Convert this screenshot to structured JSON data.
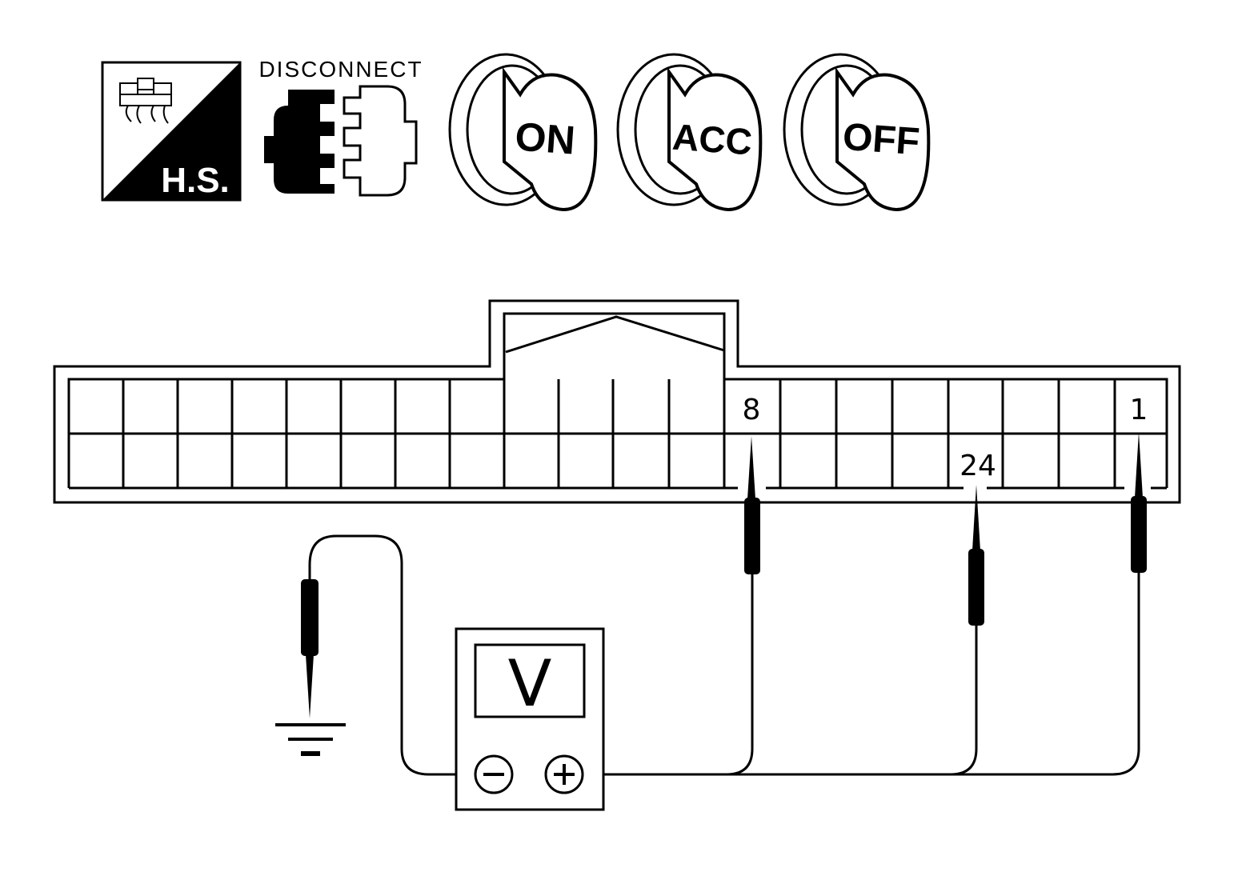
{
  "header": {
    "hs_label": "H.S.",
    "disconnect_label": "DISCONNECT"
  },
  "ignition": {
    "positions": [
      "ON",
      "ACC",
      "OFF"
    ]
  },
  "connector": {
    "terminal_labels": {
      "t8": "8",
      "t24": "24",
      "t1": "1"
    }
  },
  "meter": {
    "unit_label": "V",
    "negative_symbol": "−",
    "positive_symbol": "+"
  },
  "colors": {
    "ink": "#000000",
    "paper": "#ffffff"
  }
}
